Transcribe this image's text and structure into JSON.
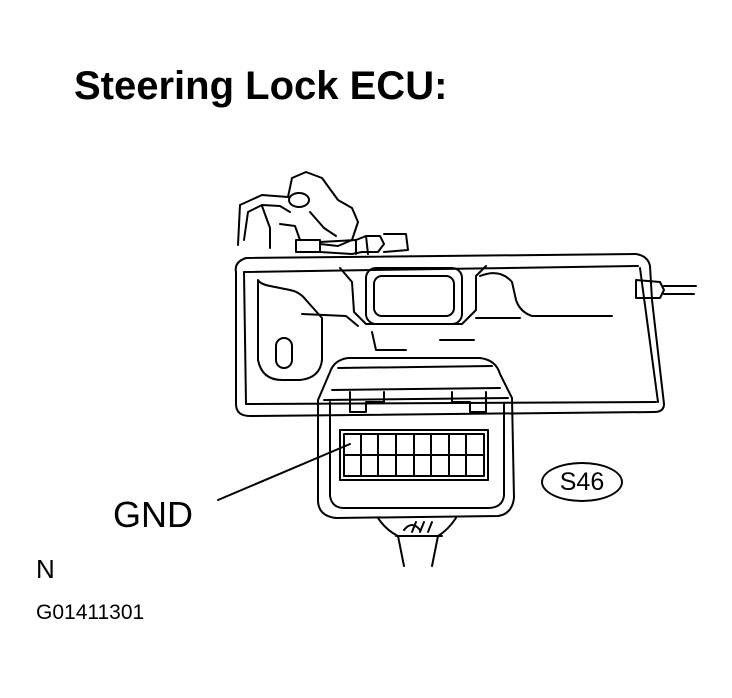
{
  "title": "Steering Lock ECU:",
  "labels": {
    "gnd": "GND",
    "connector_id": "S46",
    "corner_letter": "N",
    "figure_code": "G01411301"
  },
  "colors": {
    "ink": "#000000",
    "paper": "#ffffff"
  }
}
